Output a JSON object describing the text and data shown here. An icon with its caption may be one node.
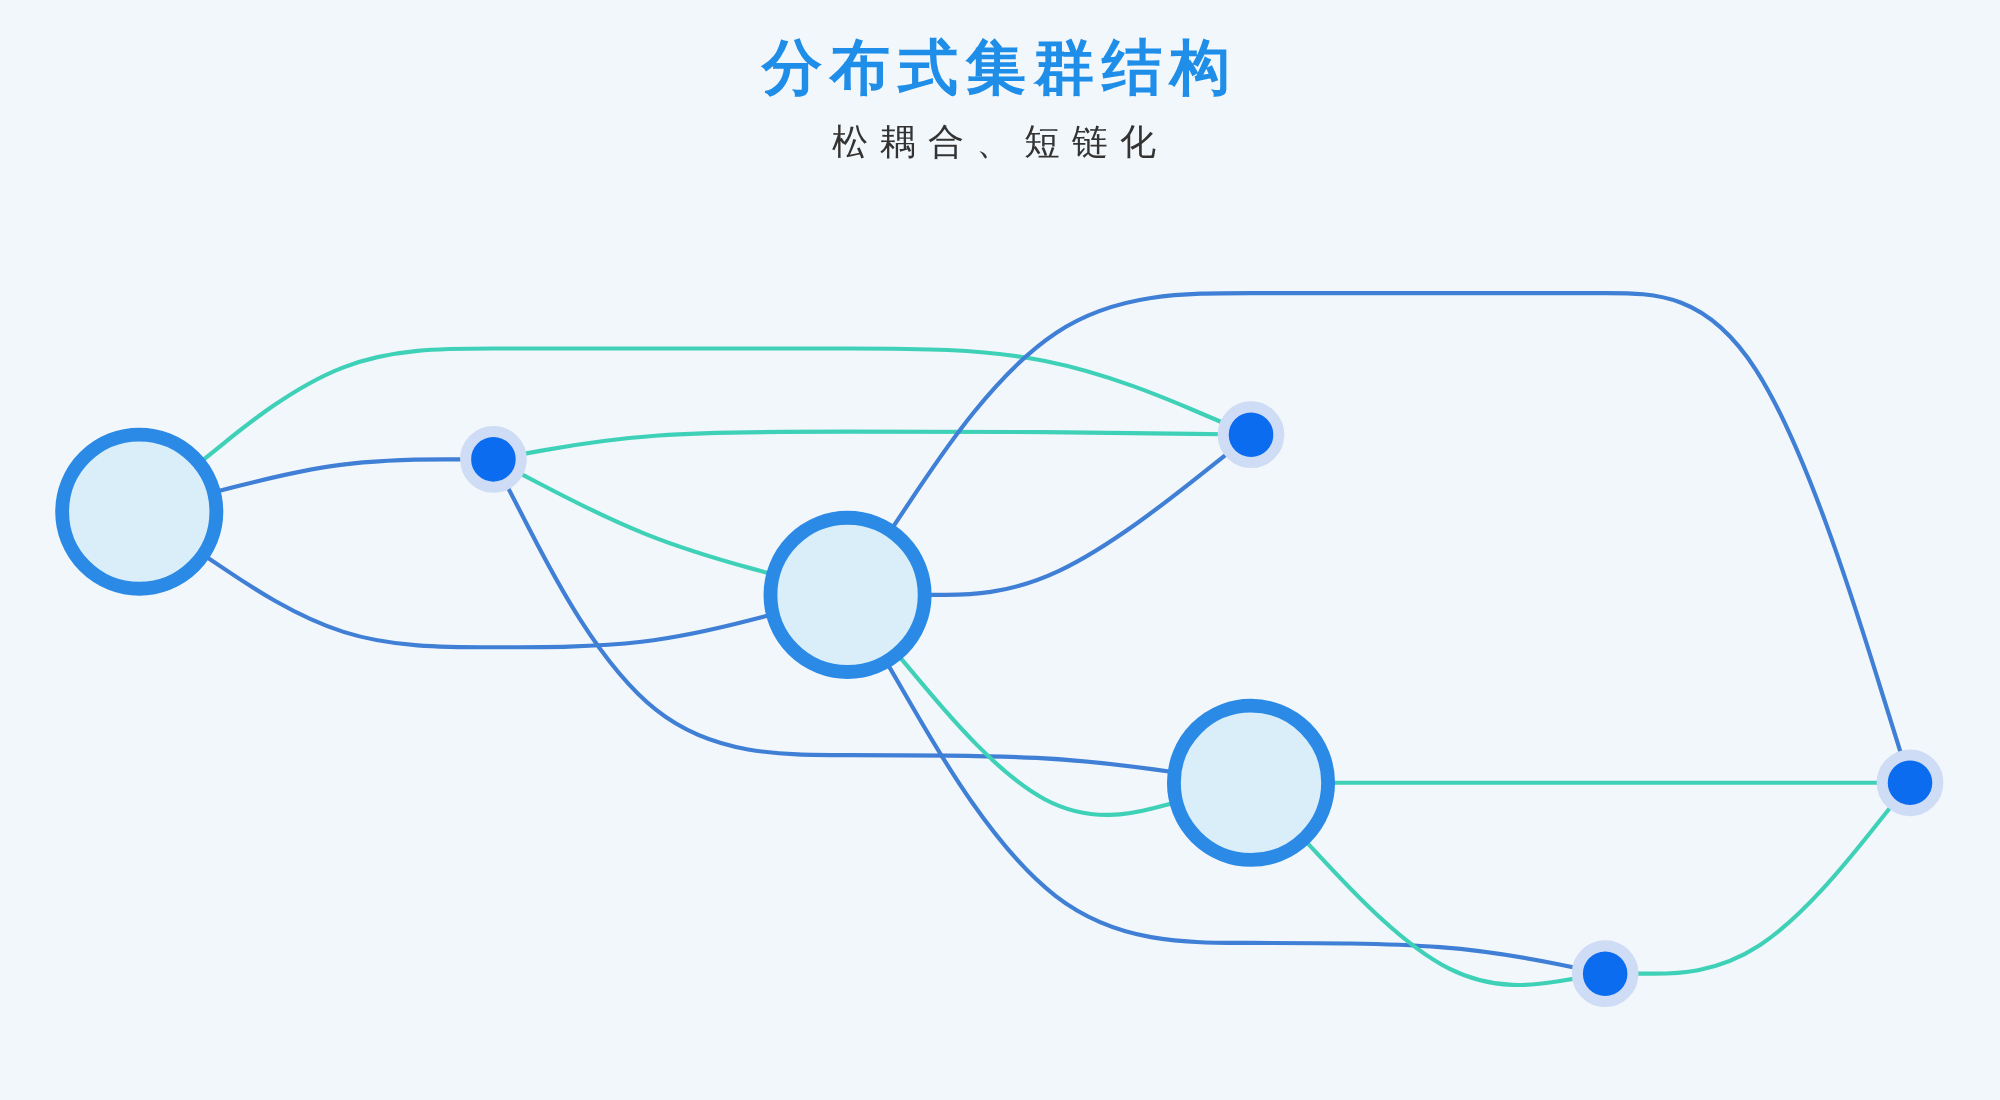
{
  "diagram": {
    "title": "分布式集群结构",
    "caption": "松耦合、短链化",
    "nodes": [
      {
        "text": [],
        "shape": "circle"
      },
      {
        "text": [],
        "shape": "circle"
      },
      {
        "text": [],
        "shape": "circle"
      },
      {
        "text": [],
        "shape": "circle"
      },
      {
        "text": [],
        "shape": "circle"
      },
      {
        "text": [],
        "shape": "circle"
      },
      {
        "text": [],
        "shape": "circle"
      }
    ],
    "edges": [
      {
        "from": 0,
        "to": 1,
        "arrow": "none",
        "color": "#3f7fd6"
      },
      {
        "from": 1,
        "to": 3,
        "arrow": "none",
        "color": "#3f7fd6"
      },
      {
        "from": 1,
        "to": 2,
        "arrow": "none"
      },
      {
        "from": 0,
        "to": 2,
        "arrow": "none",
        "color": "#3f7fd6"
      },
      {
        "from": 0,
        "to": 4,
        "arrow": "none"
      },
      {
        "from": 1,
        "to": 4,
        "arrow": "none"
      },
      {
        "from": 2,
        "to": 4,
        "arrow": "none",
        "color": "#3f7fd6"
      },
      {
        "from": 2,
        "to": 3,
        "arrow": "none"
      },
      {
        "from": 2,
        "to": 5,
        "arrow": "none",
        "color": "#3f7fd6"
      },
      {
        "from": 2,
        "to": 6,
        "arrow": "none",
        "color": "#3f7fd6"
      },
      {
        "from": 3,
        "to": 5,
        "arrow": "none"
      },
      {
        "from": 3,
        "to": 6,
        "arrow": "none"
      },
      {
        "from": 5,
        "to": 6,
        "arrow": "none"
      }
    ]
  }
}
